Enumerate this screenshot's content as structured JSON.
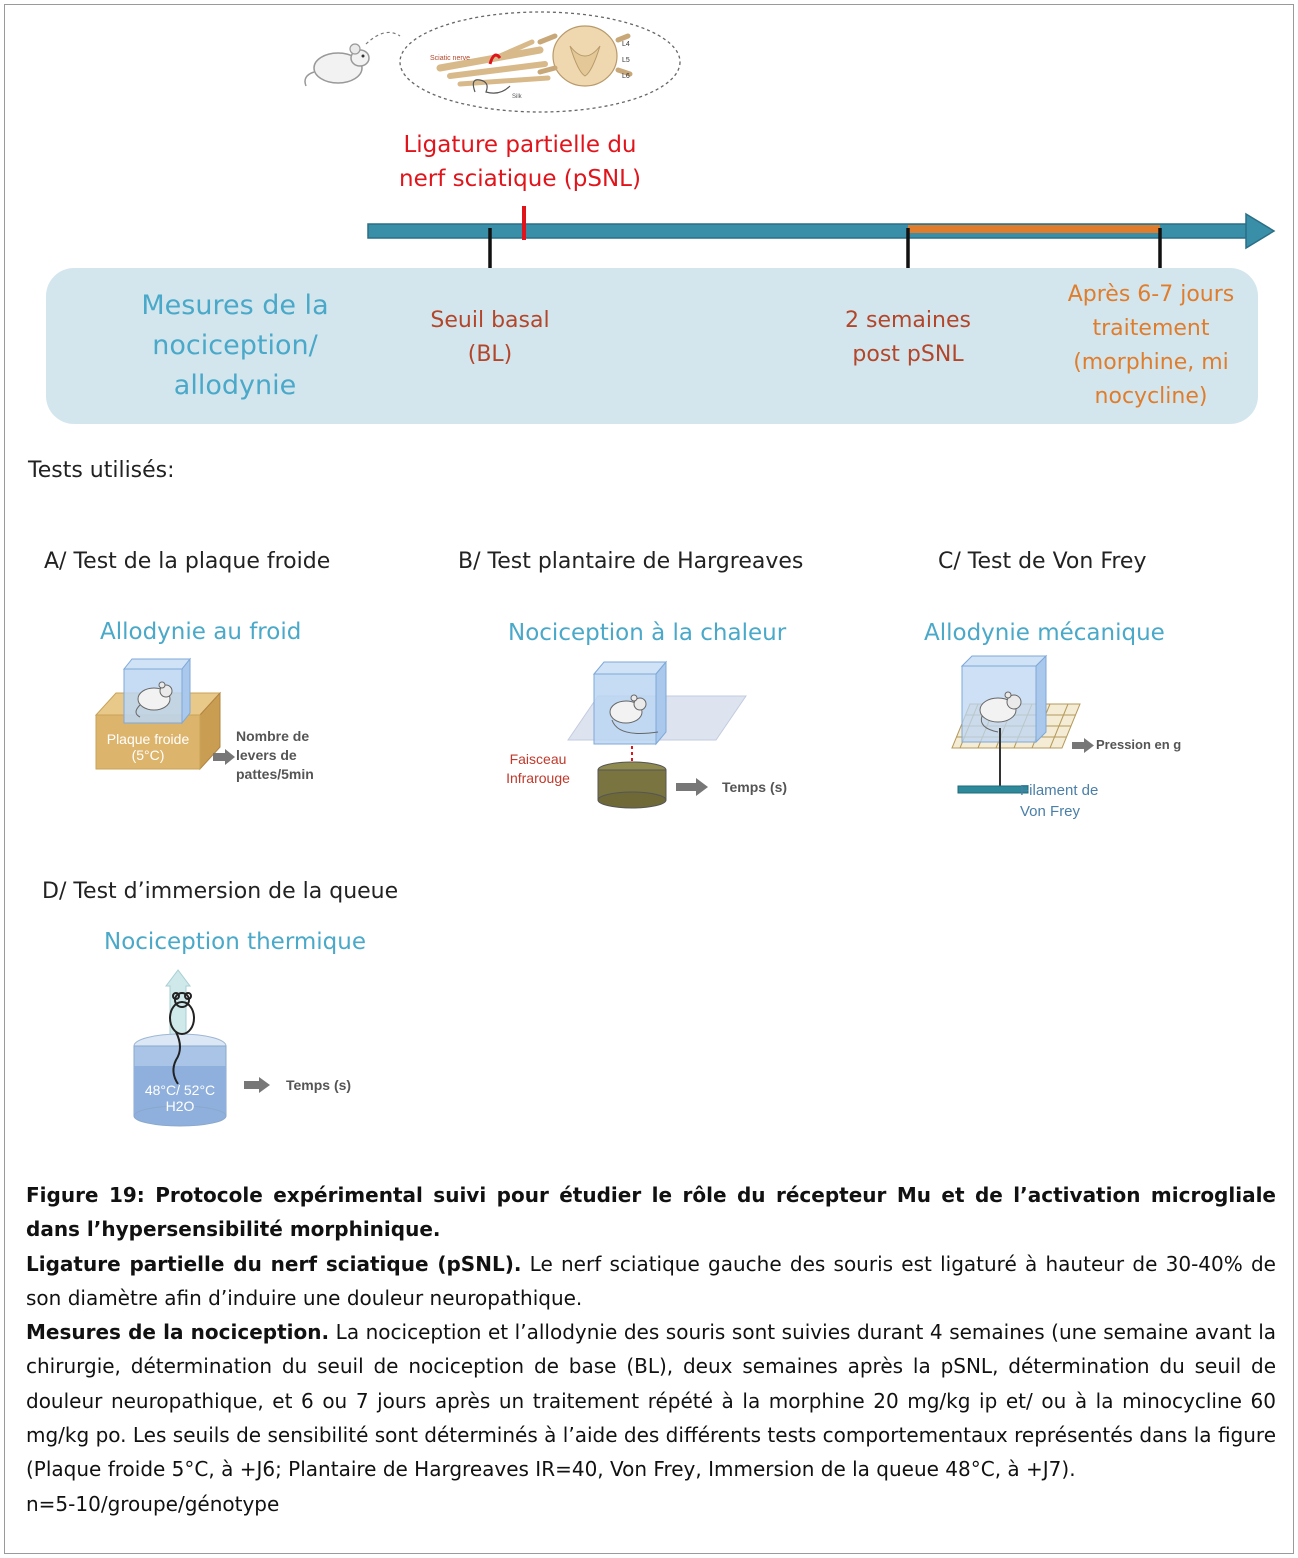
{
  "timeline": {
    "surgery_label_line1": "Ligature partielle du",
    "surgery_label_line2": "nerf sciatique (pSNL)",
    "inset_labels": {
      "nerve": "Sciatic nerve",
      "silk": "Silk",
      "l4": "L4",
      "l5": "L5",
      "l6": "L6"
    }
  },
  "band": {
    "label_line1": "Mesures de la",
    "label_line2": "nociception/",
    "label_line3": "allodynie",
    "stages": [
      {
        "line1": "Seuil basal",
        "line2": "(BL)"
      },
      {
        "line1": "2 semaines",
        "line2": "post pSNL"
      },
      {
        "line1": "Après 6-7 jours",
        "line2": "traitement",
        "line3": "(morphine, mi",
        "line4": "nocycline)"
      }
    ]
  },
  "tests_heading": "Tests utilisés:",
  "tests": {
    "a": {
      "title": "A/ Test de la plaque froide",
      "subtitle": "Allodynie au froid",
      "plate_line1": "Plaque froide",
      "plate_line2": "(5°C)",
      "out_line1": "Nombre de",
      "out_line2": "levers de",
      "out_line3": "pattes/5min"
    },
    "b": {
      "title": "B/ Test plantaire de Hargreaves",
      "subtitle": "Nociception à la chaleur",
      "beam_line1": "Faisceau",
      "beam_line2": "Infrarouge",
      "out": "Temps (s)"
    },
    "c": {
      "title": "C/ Test de Von Frey",
      "subtitle": "Allodynie mécanique",
      "out": "Pression en g",
      "filament_line1": "Filament de",
      "filament_line2": "Von Frey"
    },
    "d": {
      "title": "D/ Test d’immersion de la queue",
      "subtitle": "Nociception thermique",
      "water_line1": "48°C/ 52°C",
      "water_line2": "H2O",
      "out": "Temps (s)"
    }
  },
  "caption": {
    "title": "Figure 19: Protocole expérimental suivi pour étudier le rôle du récepteur Mu et de l’activation microgliale dans l’hypersensibilité morphinique.",
    "p1_bold": "Ligature partielle du nerf sciatique (pSNL).",
    "p1_text": " Le nerf sciatique gauche des souris est ligaturé à hauteur de 30-40% de son diamètre afin d’induire une douleur neuropathique.",
    "p2_bold": "Mesures de la nociception.",
    "p2_text": " La nociception et l’allodynie des souris sont suivies durant 4 semaines (une semaine avant la chirurgie, détermination du seuil de nociception de base (BL), deux semaines après la pSNL, détermination du seuil de douleur neuropathique, et 6 ou 7 jours après un traitement répété à la morphine 20 mg/kg ip et/ ou à la minocycline 60 mg/kg po. Les seuils de sensibilité sont déterminés à l’aide des différents tests comportementaux représentés dans la figure (Plaque froide 5°C, à +J6; Plantaire de Hargreaves IR=40, Von Frey, Immersion de la queue 48°C, à +J7).",
    "p3": "n=5-10/groupe/génotype"
  },
  "colors": {
    "timeline": "#3a8fa8",
    "treatment": "#e07d2c",
    "surgery": "#e0151c",
    "band": "#d3e6ee",
    "accent_text": "#4aa8c8"
  }
}
